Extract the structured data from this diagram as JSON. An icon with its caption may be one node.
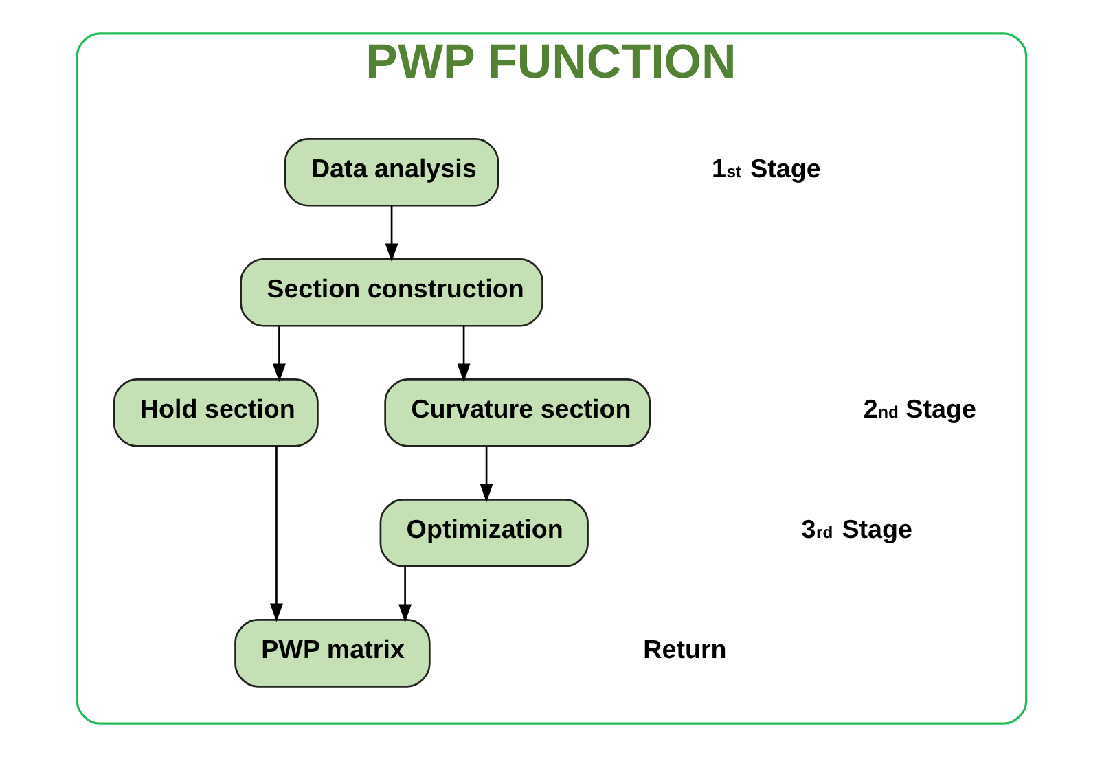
{
  "diagram": {
    "nodes": [
      {
        "text": [
          "PWP FUNCTION"
        ]
      },
      {
        "text": [
          "Data analysis"
        ],
        "in": 0
      },
      {
        "text": [
          "Section construction"
        ],
        "in": 0
      },
      {
        "text": [
          "Hold section"
        ],
        "in": 0
      },
      {
        "text": [
          "Curvature section"
        ],
        "in": 0
      },
      {
        "text": [
          "Optimization"
        ],
        "in": 0
      },
      {
        "text": [
          "PWP matrix"
        ],
        "in": 0
      }
    ],
    "edges": [
      {
        "from": 1,
        "to": 2,
        "arrow": "to"
      },
      {
        "from": 2,
        "to": 3,
        "arrow": "to"
      },
      {
        "from": 2,
        "to": 4,
        "arrow": "to"
      },
      {
        "from": 4,
        "to": 5,
        "arrow": "to"
      },
      {
        "from": 3,
        "to": 6,
        "arrow": "to"
      },
      {
        "from": 5,
        "to": 6,
        "arrow": "to"
      }
    ],
    "labels": [
      "1$^{st}$ Stage",
      "2$^{nd}$ Stage",
      "3$^{rd}$ Stage",
      "Return"
    ]
  }
}
